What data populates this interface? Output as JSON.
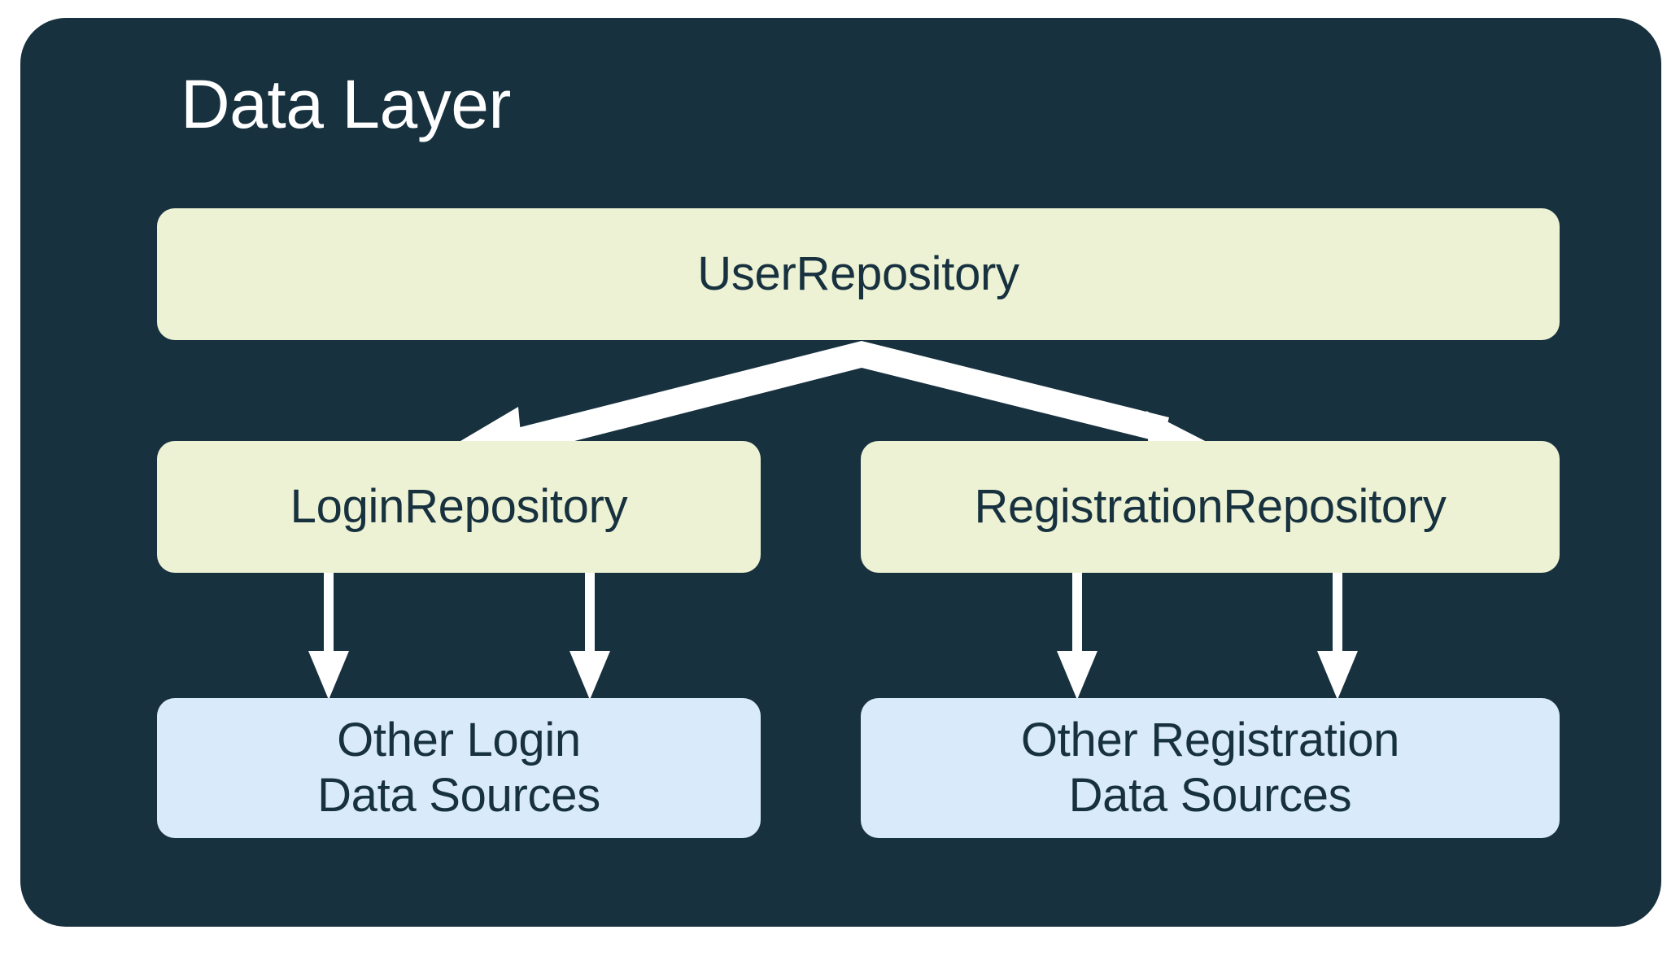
{
  "diagram": {
    "title": "Data Layer",
    "background_color": "#FFFFFF",
    "container_color": "#17313F",
    "title_color": "#FFFFFF",
    "repo_node_color": "#EDF2D4",
    "source_node_color": "#D9EAFA",
    "node_text_color": "#17313F",
    "arrow_color": "#FFFFFF",
    "nodes": {
      "user_repository": "UserRepository",
      "login_repository": "LoginRepository",
      "registration_repository": "RegistrationRepository",
      "other_login_sources": "Other Login\nData Sources",
      "other_registration_sources": "Other Registration\nData Sources"
    },
    "edges": [
      {
        "from": "UserRepository",
        "to": "LoginRepository",
        "style": "solid-arrow"
      },
      {
        "from": "UserRepository",
        "to": "RegistrationRepository",
        "style": "solid-arrow"
      },
      {
        "from": "LoginRepository",
        "to": "Other Login Data Sources",
        "style": "solid-arrow"
      },
      {
        "from": "LoginRepository",
        "to": "Other Login Data Sources",
        "style": "solid-arrow"
      },
      {
        "from": "RegistrationRepository",
        "to": "Other Registration Data Sources",
        "style": "solid-arrow"
      },
      {
        "from": "RegistrationRepository",
        "to": "Other Registration Data Sources",
        "style": "solid-arrow"
      }
    ]
  }
}
